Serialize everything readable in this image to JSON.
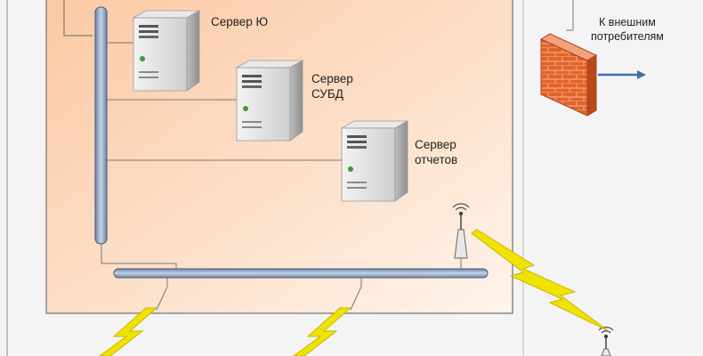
{
  "diagram": {
    "servers": [
      {
        "id": "io",
        "lines": [
          "Сервер Ю"
        ]
      },
      {
        "id": "dbms",
        "lines": [
          "Сервер",
          "СУБД"
        ]
      },
      {
        "id": "reports",
        "lines": [
          "Сервер",
          "отчетов"
        ]
      }
    ],
    "external_label": [
      "К внешним",
      "потребителям"
    ],
    "colors": {
      "zone_fill": "#fbd0b0",
      "zone_border": "#8a8a8a",
      "bus": "#9fb2cc",
      "bus_edge": "#445a78",
      "firewall": "#e2632a",
      "lightning": "#f2e400",
      "arrow": "#3d6fb0"
    },
    "icons": [
      "server-icon",
      "firewall-icon",
      "antenna-icon",
      "lightning-icon"
    ]
  }
}
